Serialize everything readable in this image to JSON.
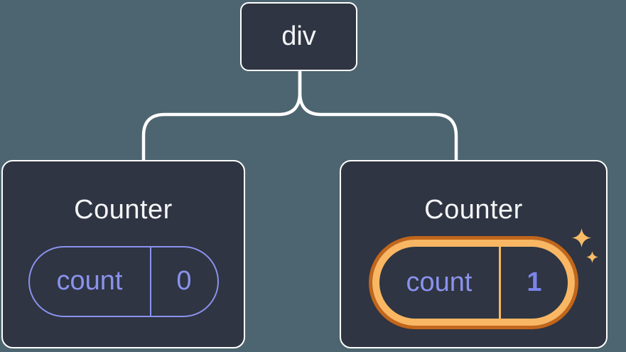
{
  "diagram": {
    "kind": "component-tree",
    "root": {
      "label": "div"
    },
    "children": [
      {
        "title": "Counter",
        "state_key": "count",
        "state_value": "0",
        "highlighted": false
      },
      {
        "title": "Counter",
        "state_key": "count",
        "state_value": "1",
        "highlighted": true
      }
    ]
  },
  "icons": {
    "sparkles_big": "sparkles",
    "sparkles_small": "sparkles"
  },
  "colors": {
    "bg": "#4D6570",
    "card": "#2F3542",
    "line": "#FFFFFF",
    "text": "#F4F5F7",
    "purple": "#8A92EE",
    "purple-bold": "#7B84EA",
    "orange-dark": "#C2661B",
    "orange-light": "#F9B764",
    "sparkle": "#F8BC66"
  }
}
